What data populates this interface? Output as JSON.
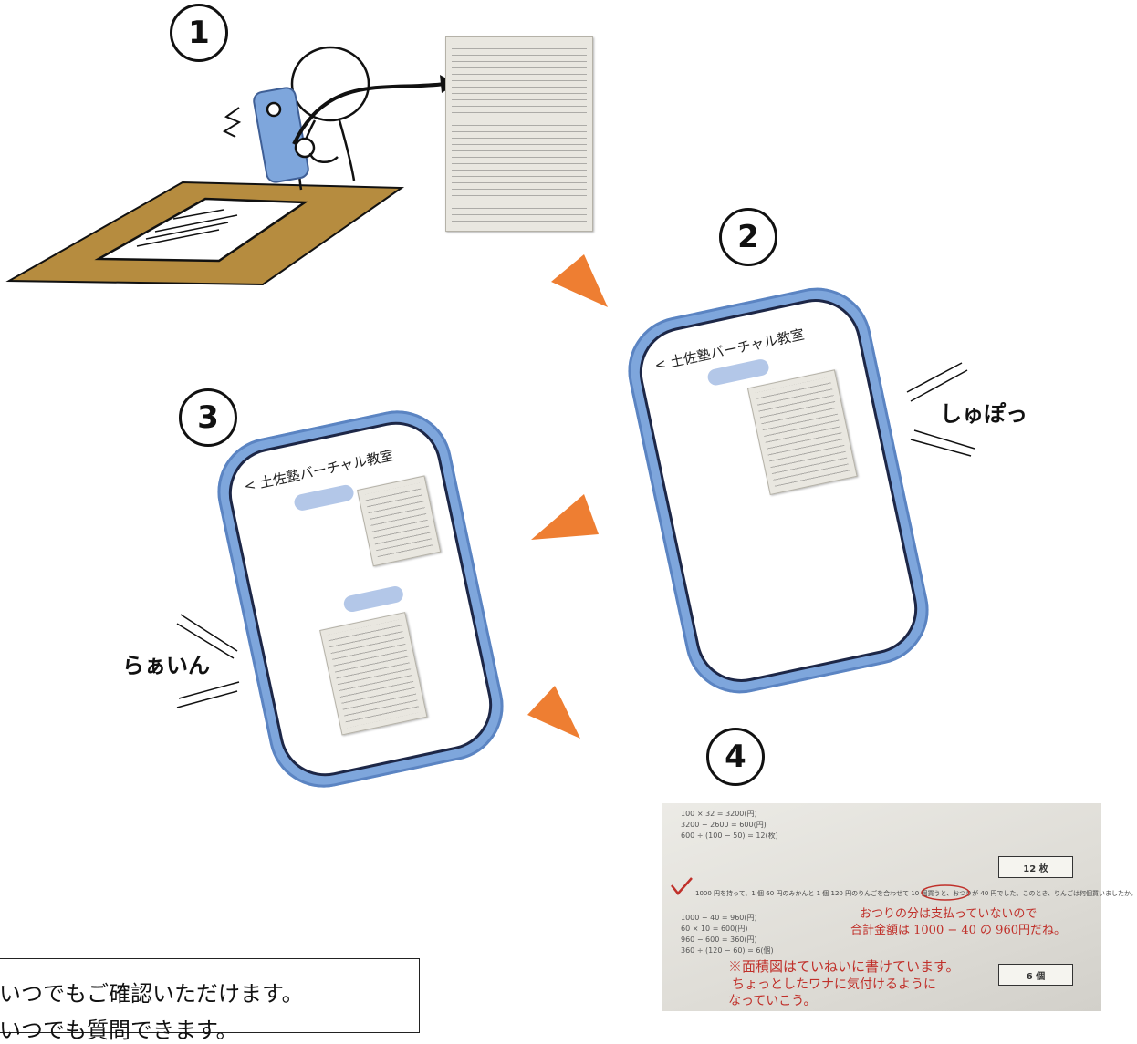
{
  "steps": {
    "one": "1",
    "two": "2",
    "three": "3",
    "four": "4"
  },
  "phone_header": "< 土佐塾バーチャル教室",
  "sounds": {
    "send": "しゅぽっ",
    "receive": "らぁいん"
  },
  "colors": {
    "desk": "#b68c3f",
    "arrow": "#ee7e32",
    "phone_frame": "#7ea6dc",
    "bubble": "#b3c7e8",
    "red_pen": "#c0302a"
  },
  "note": {
    "line1": "いつでもご確認いただけます。",
    "line2": "いつでも質問できます。"
  },
  "answer_sheet": {
    "calc_top": [
      "100 × 32 = 3200(円)",
      "3200 − 2600 = 600(円)",
      "600 ÷ (100 − 50) = 12(枚)"
    ],
    "answer1": "12 枚",
    "question": "1000 円を持って、1 個 60 円のみかんと 1 個 120 円のりんごを合わせて 10 個買うと、おつりが 40 円でした。このとき、りんごは何個買いましたか。",
    "calc_bottom": [
      "1000 − 40 = 960(円)",
      "60 × 10 = 600(円)",
      "960 − 600 = 360(円)",
      "360 ÷ (120 − 60) = 6(個)"
    ],
    "answer2": "6 個",
    "red_note1": "おつりの分は支払っていないので",
    "red_note2": "合計金額は 1000 − 40 の 960円だね。",
    "red_note3": "※面積図はていねいに書けています。",
    "red_note4": "ちょっとしたワナに気付けるように",
    "red_note5": "なっていこう。"
  }
}
